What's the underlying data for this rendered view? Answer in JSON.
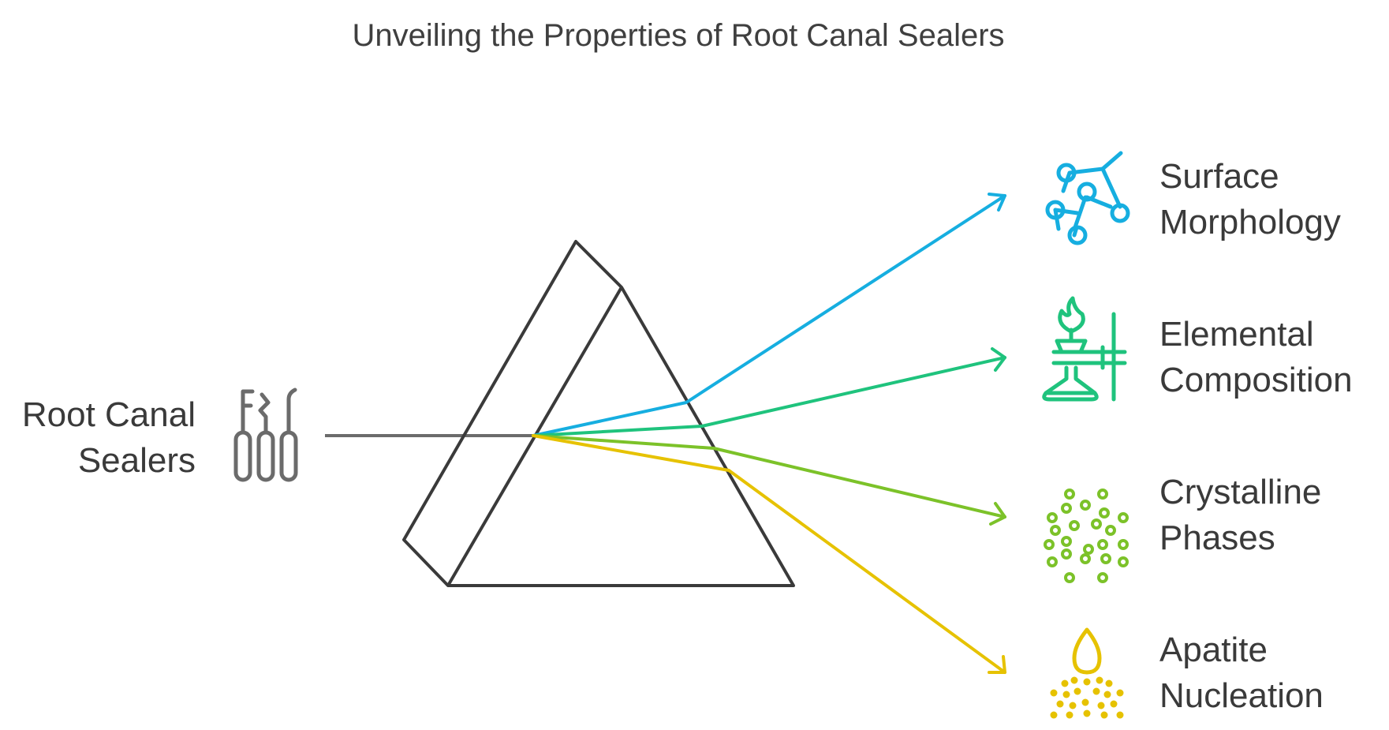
{
  "title": "Unveiling the Properties of Root Canal Sealers",
  "source": {
    "label_lines": [
      "Root Canal",
      "Sealers"
    ],
    "icon": "dental-instruments-icon",
    "color": "#6b6b6b"
  },
  "prism": {
    "color": "#3a3a3a"
  },
  "outputs": [
    {
      "id": "surface-morphology",
      "label_lines": [
        "Surface",
        "Morphology"
      ],
      "icon": "molecule-network-icon",
      "color": "#16aee0"
    },
    {
      "id": "elemental-composition",
      "label_lines": [
        "Elemental",
        "Composition"
      ],
      "icon": "lab-flask-burner-icon",
      "color": "#1fc37d"
    },
    {
      "id": "crystalline-phases",
      "label_lines": [
        "Crystalline",
        "Phases"
      ],
      "icon": "crystal-dots-icon",
      "color": "#7cc229"
    },
    {
      "id": "apatite-nucleation",
      "label_lines": [
        "Apatite",
        "Nucleation"
      ],
      "icon": "droplet-nucleation-icon",
      "color": "#e6c200"
    }
  ]
}
